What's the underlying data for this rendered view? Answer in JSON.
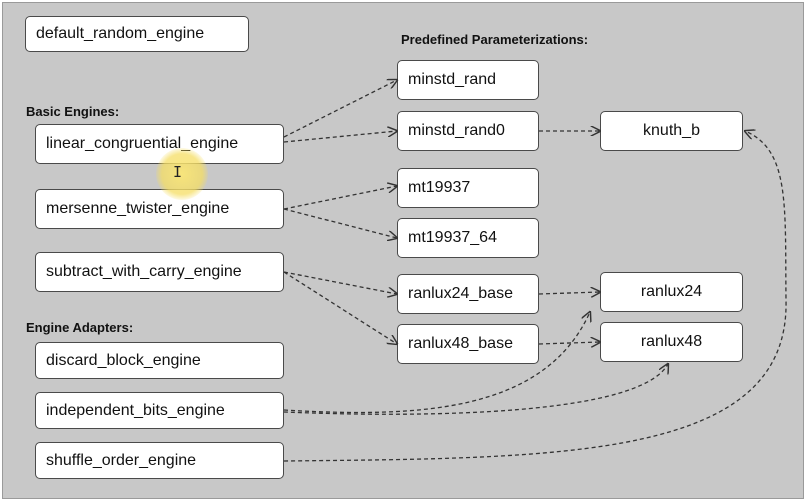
{
  "headings": {
    "predefined": "Predefined Parameterizations:",
    "basic": "Basic Engines:",
    "adapters": "Engine Adapters:"
  },
  "nodes": {
    "default_random_engine": "default_random_engine",
    "linear_congruential_engine": "linear_congruential_engine",
    "mersenne_twister_engine": "mersenne_twister_engine",
    "subtract_with_carry_engine": "subtract_with_carry_engine",
    "discard_block_engine": "discard_block_engine",
    "independent_bits_engine": "independent_bits_engine",
    "shuffle_order_engine": "shuffle_order_engine",
    "minstd_rand": "minstd_rand",
    "minstd_rand0": "minstd_rand0",
    "mt19937": "mt19937",
    "mt19937_64": "mt19937_64",
    "ranlux24_base": "ranlux24_base",
    "ranlux48_base": "ranlux48_base",
    "knuth_b": "knuth_b",
    "ranlux24": "ranlux24",
    "ranlux48": "ranlux48"
  },
  "edges": [
    {
      "from": "linear_congruential_engine",
      "to": "minstd_rand"
    },
    {
      "from": "linear_congruential_engine",
      "to": "minstd_rand0"
    },
    {
      "from": "minstd_rand0",
      "to": "knuth_b"
    },
    {
      "from": "mersenne_twister_engine",
      "to": "mt19937"
    },
    {
      "from": "mersenne_twister_engine",
      "to": "mt19937_64"
    },
    {
      "from": "subtract_with_carry_engine",
      "to": "ranlux24_base"
    },
    {
      "from": "subtract_with_carry_engine",
      "to": "ranlux48_base"
    },
    {
      "from": "ranlux24_base",
      "to": "ranlux24"
    },
    {
      "from": "ranlux48_base",
      "to": "ranlux48"
    },
    {
      "from": "independent_bits_engine",
      "to": "ranlux24"
    },
    {
      "from": "independent_bits_engine",
      "to": "ranlux48"
    },
    {
      "from": "shuffle_order_engine",
      "to": "knuth_b"
    }
  ],
  "cursor": {
    "icon": "text-cursor-icon",
    "glyph": "I"
  },
  "colors": {
    "canvas": "#c8c8c8",
    "node_fill": "#ffffff",
    "node_border": "#4a4a4a",
    "edge": "#333333",
    "highlight": "#f5de64"
  }
}
